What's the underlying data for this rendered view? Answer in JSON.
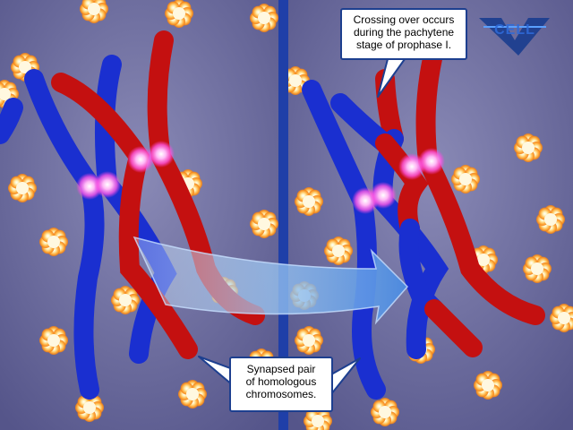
{
  "callouts": {
    "crossing_over": {
      "line1": "Crossing over occurs",
      "line2": "during the pachytene",
      "line3": "stage of prophase I."
    },
    "synapsed_pair": {
      "line1": "Synapsed pair",
      "line2": "of homologous",
      "line3": "chromosomes."
    }
  },
  "colors": {
    "maternal_chromosome": "#c41010",
    "paternal_chromosome": "#1a2fd0",
    "chiasma_glow": "#ff66ee",
    "background": "#6e6ea0",
    "divider": "#1f3fa8",
    "arrow": "#7fb3ee"
  },
  "logo": {
    "text": "CELL"
  }
}
